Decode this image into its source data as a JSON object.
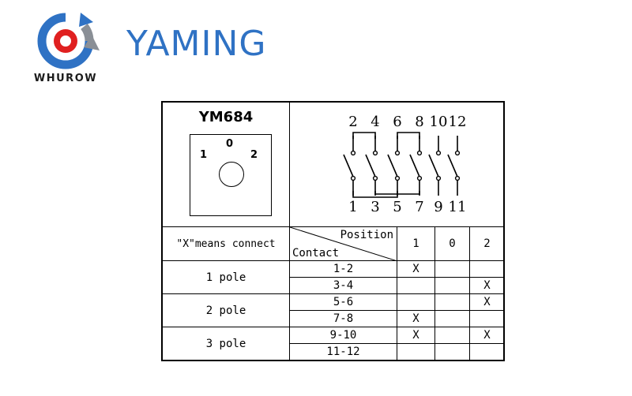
{
  "header": {
    "brand_name": "YAMING",
    "logo_caption": "WHUROW",
    "colors": {
      "brand_blue": "#2f72c4",
      "logo_red": "#e02020",
      "logo_gray": "#8a8f96"
    }
  },
  "switch_model": "YM684",
  "dial_positions": [
    "1",
    "0",
    "2"
  ],
  "wiring": {
    "top_terminals": [
      "2",
      "4",
      "6",
      "8",
      "10",
      "12"
    ],
    "bottom_terminals": [
      "1",
      "3",
      "5",
      "7",
      "9",
      "11"
    ]
  },
  "table": {
    "legend": "\"X\"means connect",
    "position_header": "Position",
    "contact_header": "Contact",
    "positions": [
      "1",
      "0",
      "2"
    ],
    "groups": [
      {
        "label": "1 pole"
      },
      {
        "label": "2 pole"
      },
      {
        "label": "3 pole"
      }
    ],
    "rows": [
      {
        "contact": "1-2",
        "marks": [
          "X",
          "",
          ""
        ]
      },
      {
        "contact": "3-4",
        "marks": [
          "",
          "",
          "X"
        ]
      },
      {
        "contact": "5-6",
        "marks": [
          "",
          "",
          "X"
        ]
      },
      {
        "contact": "7-8",
        "marks": [
          "X",
          "",
          ""
        ]
      },
      {
        "contact": "9-10",
        "marks": [
          "X",
          "",
          "X"
        ]
      },
      {
        "contact": "11-12",
        "marks": [
          "",
          "",
          ""
        ]
      }
    ]
  }
}
